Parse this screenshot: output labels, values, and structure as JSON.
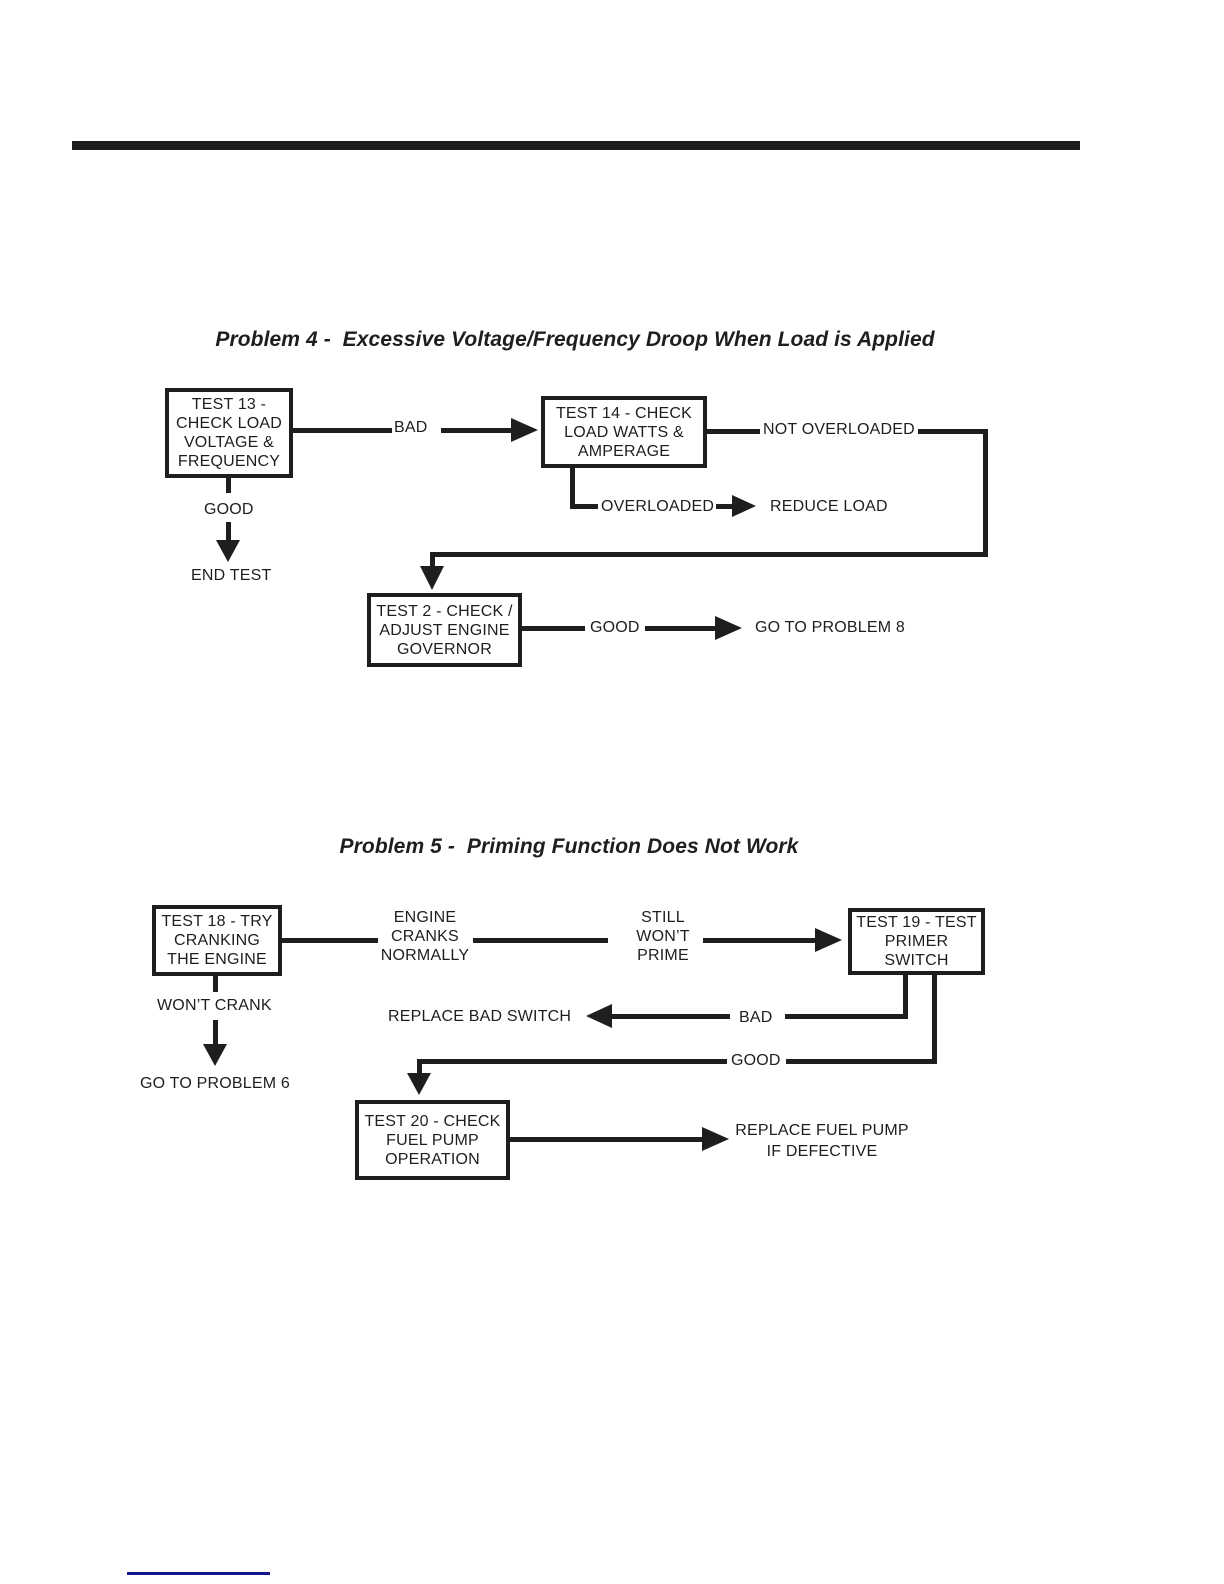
{
  "colors": {
    "ink": "#1e1e1e",
    "footer_rule_blue": "#14148c"
  },
  "problem4": {
    "title": "Problem 4 -  Excessive Voltage/Frequency Droop When Load is Applied",
    "boxes": {
      "test13": "TEST 13 -\nCHECK LOAD\nVOLTAGE &\nFREQUENCY",
      "test14": "TEST 14 - CHECK\nLOAD WATTS &\nAMPERAGE",
      "test2": "TEST 2 - CHECK /\nADJUST ENGINE\nGOVERNOR"
    },
    "labels": {
      "bad": "BAD",
      "not_overloaded": "NOT OVERLOADED",
      "overloaded": "OVERLOADED",
      "reduce_load": "REDUCE LOAD",
      "good_down": "GOOD",
      "end_test": "END TEST",
      "good_right": "GOOD",
      "go_to_problem_8": "GO TO PROBLEM 8"
    }
  },
  "problem5": {
    "title": "Problem 5 -  Priming Function Does Not Work",
    "boxes": {
      "test18": "TEST 18 - TRY\nCRANKING\nTHE ENGINE",
      "test19": "TEST 19 - TEST\nPRIMER\nSWITCH",
      "test20": "TEST 20 - CHECK\nFUEL PUMP\nOPERATION"
    },
    "labels": {
      "engine_cranks_normally": "ENGINE\nCRANKS\nNORMALLY",
      "still_wont_prime": "STILL\nWON’T\nPRIME",
      "wont_crank": "WON’T CRANK",
      "go_to_problem_6": "GO TO PROBLEM 6",
      "replace_bad_switch": "REPLACE BAD SWITCH",
      "bad": "BAD",
      "good": "GOOD",
      "replace_fuel_pump_if_defective": "REPLACE FUEL PUMP\nIF DEFECTIVE"
    }
  }
}
